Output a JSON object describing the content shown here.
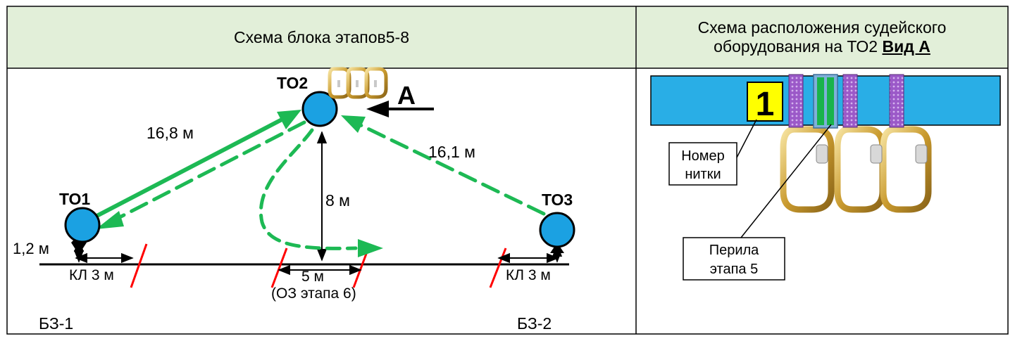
{
  "left_panel": {
    "header": "Схема блока этапов5-8",
    "nodes": {
      "to1": "ТО1",
      "to2": "ТО2",
      "to3": "ТО3"
    },
    "view_marker": "А",
    "distances": {
      "to1_to2": "16,8 м",
      "to2_to3": "16,1 м",
      "height": "8 м",
      "to1_offset": "1,2 м",
      "kl_left": "КЛ 3 м",
      "kl_right": "КЛ 3 м",
      "oz_width": "5 м"
    },
    "oz_label": "(ОЗ этапа 6)",
    "zones": {
      "bz1": "БЗ-1",
      "bz2": "БЗ-2"
    }
  },
  "right_panel": {
    "header_line1": "Схема расположения судейского",
    "header_line2": "оборудования на ТО2",
    "header_view": "Вид А",
    "thread_number": "1",
    "callout_thread": [
      "Номер",
      "нитки"
    ],
    "callout_rails": [
      "Перила",
      "этапа 5"
    ]
  },
  "colors": {
    "header_bg": "#e2efd9",
    "node_fill": "#1ba1e2",
    "route_green": "#1db954",
    "limit_red": "#ff0000",
    "beam_blue": "#29aee6",
    "sling_purple": "#9b59c8",
    "number_yellow": "#ffff00"
  }
}
